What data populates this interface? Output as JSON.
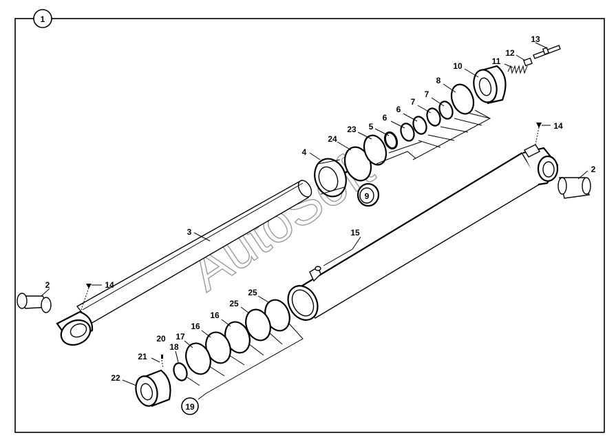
{
  "diagram": {
    "group_label": "1",
    "watermark": "AutoSoft",
    "callouts": {
      "c2a": "2",
      "c2b": "2",
      "c3": "3",
      "c4": "4",
      "c5": "5",
      "c6a": "6",
      "c6b": "6",
      "c7a": "7",
      "c7b": "7",
      "c8": "8",
      "c9": "9",
      "c10": "10",
      "c11": "11",
      "c12": "12",
      "c13": "13",
      "c14a": "14",
      "c14b": "14",
      "c15": "15",
      "c16a": "16",
      "c16b": "16",
      "c17": "17",
      "c18": "18",
      "c19": "19",
      "c20": "20",
      "c21": "21",
      "c22": "22",
      "c23": "23",
      "c24": "24",
      "c25a": "25",
      "c25b": "25"
    }
  }
}
